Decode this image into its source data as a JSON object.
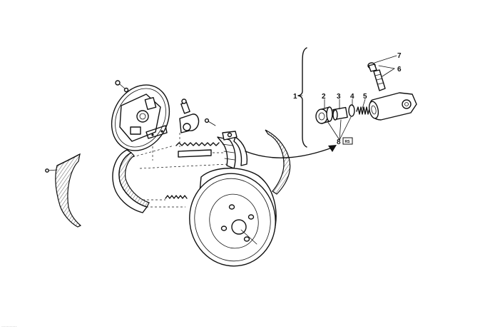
{
  "diagram": {
    "callouts": {
      "c1": "1",
      "c2": "2",
      "c3": "3",
      "c4": "4",
      "c5": "5",
      "c6": "6",
      "c7": "7",
      "c8": "8"
    },
    "boxed_label": "RS",
    "watermark": "..........."
  },
  "colors": {
    "line": "#111111",
    "background": "#ffffff"
  }
}
